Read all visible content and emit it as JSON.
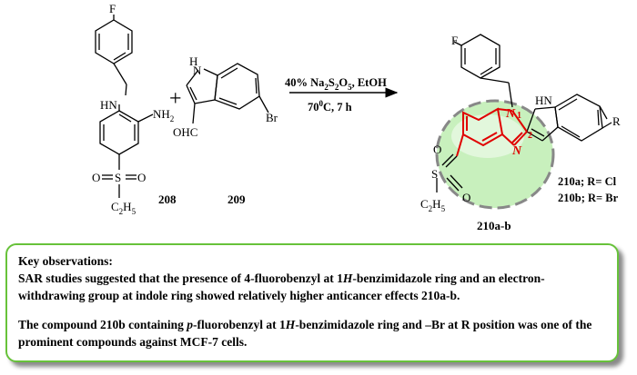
{
  "labels": {
    "c208": "208",
    "c209": "209",
    "c210": "210a-b",
    "r210a": "210a; R= Cl",
    "r210b": "210b; R= Br"
  },
  "atoms": {
    "F": "F",
    "HN": "HN",
    "NH2_main": "NH",
    "NH2_sub": "2",
    "plus": "+",
    "S": "S",
    "O": "O",
    "C": "C",
    "H": "H",
    "sub2": "2",
    "sub5": "5",
    "OHC": "OHC",
    "Br": "Br",
    "N": "N",
    "H_": "H",
    "R": "R",
    "one": "1",
    "two": "2"
  },
  "conditions": {
    "reagent_pre": "40% Na",
    "reagent_sub1": "2",
    "reagent_mid": "S",
    "reagent_sub2": "2",
    "reagent_o": "O",
    "reagent_sub3": "5",
    "reagent_post": ", EtOH",
    "temp": "70",
    "temp_sup": "0",
    "temp_post": "C, 7 h"
  },
  "observations": {
    "title": "Key observations:",
    "p1_a": "SAR studies suggested that the presence of 4-fluorobenzyl at 1",
    "p1_b": "H",
    "p1_c": "-benzimidazole ring and an electron-withdrawing group at indole ring showed relatively higher anticancer effects 210a-b.",
    "p2_a": "The compound 210b containing ",
    "p2_b": "p",
    "p2_c": "-fluorobenzyl at 1",
    "p2_d": "H",
    "p2_e": "-benzimidazole ring and –Br at R position was one of the prominent compounds against MCF-7 cells."
  },
  "colors": {
    "highlight": "#e00000",
    "bubble": "#c8f0bd",
    "bubble_dash": "#888888",
    "box_border": "#67c23a"
  }
}
